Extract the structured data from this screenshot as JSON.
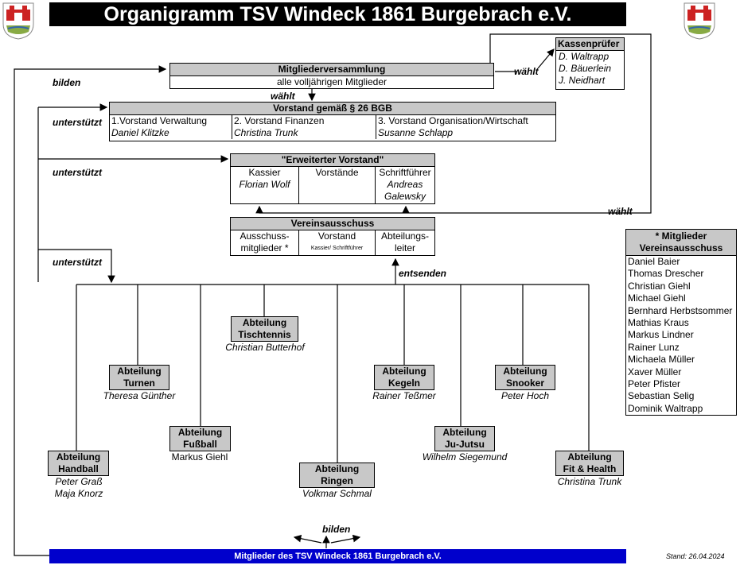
{
  "title": "Organigramm TSV Windeck 1861 Burgebrach e.V.",
  "mitgliederversammlung": {
    "title": "Mitgliederversammlung",
    "subtitle": "alle volljährigen Mitglieder"
  },
  "kassenpruefer": {
    "title": "Kassenprüfer",
    "names": [
      "D. Waltrapp",
      "D. Bäuerlein",
      "J. Neidhart"
    ]
  },
  "vorstand": {
    "title": "Vorstand gemäß § 26 BGB",
    "cols": [
      {
        "role": "1.Vorstand Verwaltung",
        "name": "Daniel Klitzke"
      },
      {
        "role": "2. Vorstand Finanzen",
        "name": "Christina Trunk"
      },
      {
        "role": "3. Vorstand Organisation/Wirtschaft",
        "name": "Susanne Schlapp"
      }
    ]
  },
  "erweiterter": {
    "title": "\"Erweiterter Vorstand\"",
    "cols": [
      {
        "role": "Kassier",
        "name": "Florian Wolf"
      },
      {
        "role": "Vorstände",
        "name": ""
      },
      {
        "role": "Schriftführer",
        "name": "Andreas Galewsky"
      }
    ]
  },
  "vereinsausschuss": {
    "title": "Vereinsausschuss",
    "cols": [
      {
        "line1": "Ausschuss-",
        "line2": "mitglieder *"
      },
      {
        "line1": "Vorstand",
        "line2": "Kassier/ Schriftführer"
      },
      {
        "line1": "Abteilungs-",
        "line2": "leiter"
      }
    ]
  },
  "labels": {
    "bilden": "bilden",
    "waehlt": "wählt",
    "unterstuetzt": "unterstützt",
    "entsenden": "entsenden"
  },
  "departments": [
    {
      "line1": "Abteilung",
      "line2": "Handball",
      "people": [
        "Peter Graß",
        "Maja Knorz"
      ],
      "italic": true
    },
    {
      "line1": "Abteilung",
      "line2": "Turnen",
      "people": [
        "Theresa Günther"
      ],
      "italic": true
    },
    {
      "line1": "Abteilung",
      "line2": "Fußball",
      "people": [
        "Markus Giehl"
      ],
      "italic": false
    },
    {
      "line1": "Abteilung",
      "line2": "Tischtennis",
      "people": [
        "Christian Butterhof"
      ],
      "italic": true
    },
    {
      "line1": "Abteilung",
      "line2": "Ringen",
      "people": [
        "Volkmar Schmal"
      ],
      "italic": true
    },
    {
      "line1": "Abteilung",
      "line2": "Kegeln",
      "people": [
        "Rainer Teßmer"
      ],
      "italic": true
    },
    {
      "line1": "Abteilung",
      "line2": "Ju-Jutsu",
      "people": [
        "Wilhelm Siegemund"
      ],
      "italic": true
    },
    {
      "line1": "Abteilung",
      "line2": "Snooker",
      "people": [
        "Peter Hoch"
      ],
      "italic": true
    },
    {
      "line1": "Abteilung",
      "line2": "Fit & Health",
      "people": [
        "Christina Trunk"
      ],
      "italic": true
    }
  ],
  "ausschuss_list": {
    "title_line1": "* Mitglieder",
    "title_line2": "Vereinsausschuss",
    "names": [
      "Daniel Baier",
      "Thomas Drescher",
      "Christian Giehl",
      "Michael Giehl",
      "Bernhard Herbstsommer",
      "Mathias Kraus",
      "Markus Lindner",
      "Rainer Lunz",
      "Michaela Müller",
      "Xaver Müller",
      "Peter Pfister",
      "Sebastian Selig",
      "Dominik Waltrapp"
    ]
  },
  "footer": {
    "bar": "Mitglieder des TSV Windeck 1861 Burgebrach e.V.",
    "stand": "Stand: 26.04.2024"
  },
  "colors": {
    "header_gray": "#c8c8c8",
    "footer_blue": "#0000cc",
    "crest_red": "#cc2222"
  },
  "icons": {
    "crest": "town-crest-icon"
  }
}
